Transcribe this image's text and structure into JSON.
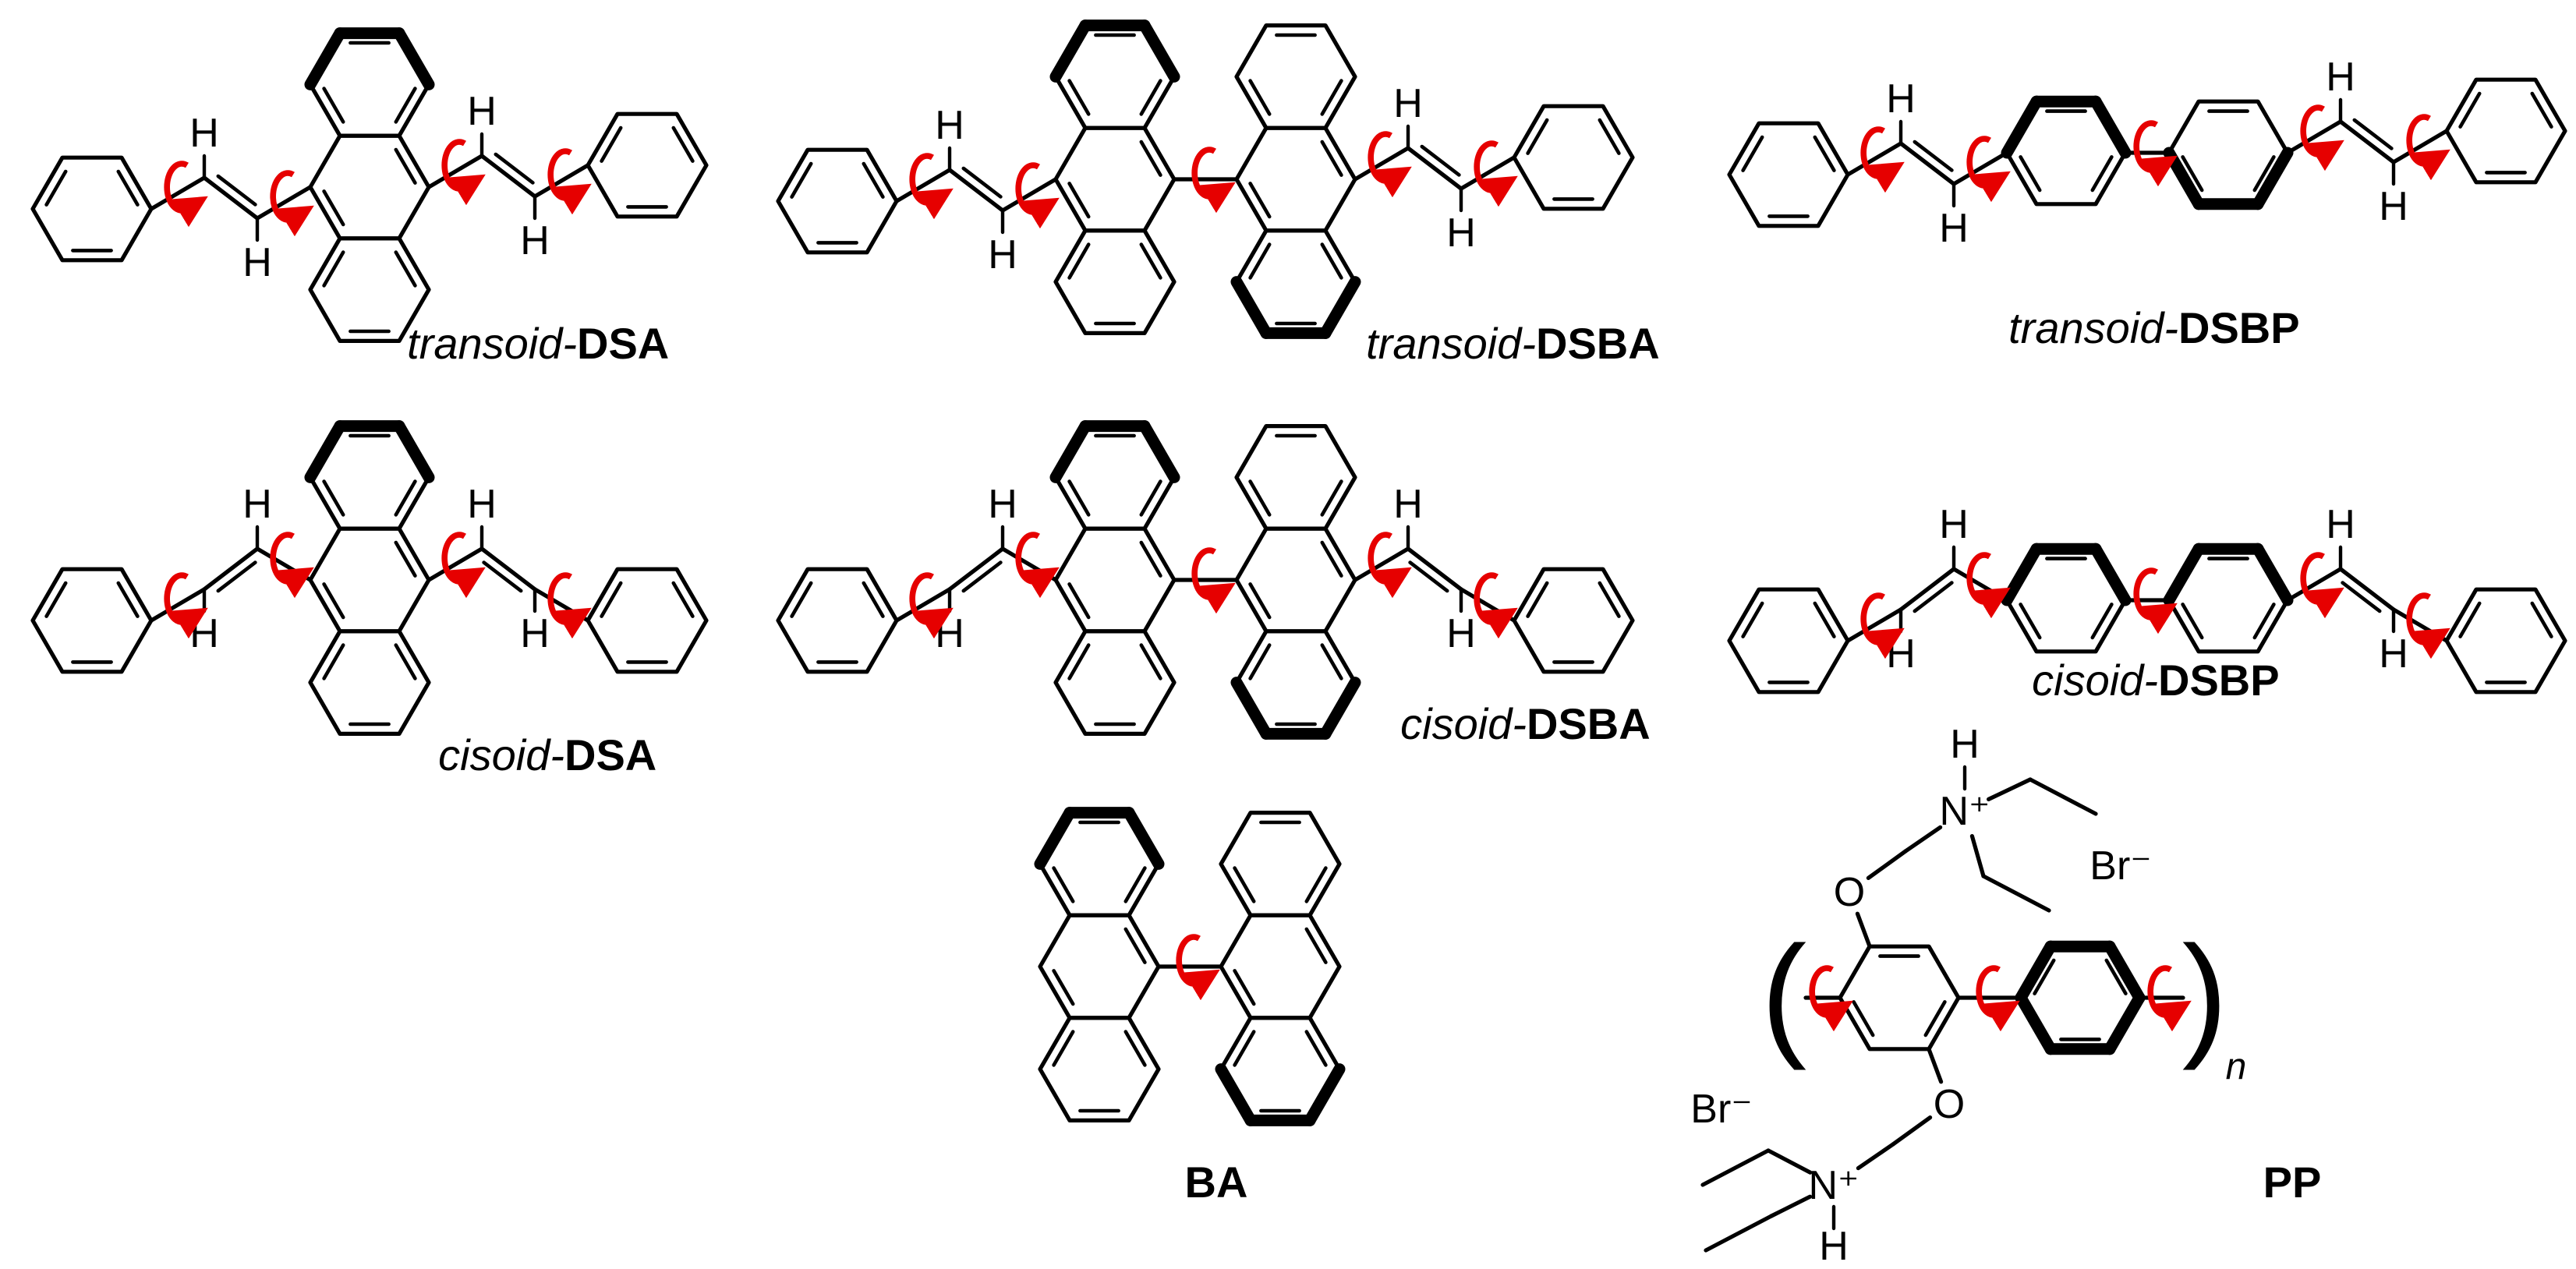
{
  "colors": {
    "background": "#ffffff",
    "bond": "#000000",
    "rotation_arrow": "#e60000"
  },
  "atoms": {
    "hydrogen": "H",
    "oxygen": "O",
    "ammonium_nitrogen": "N⁺",
    "bromide": "Br⁻"
  },
  "polymer": {
    "paren_open": "(",
    "paren_close": ")",
    "repeat_subscript": "n"
  },
  "compounds": {
    "transoid_dsa": {
      "prefix": "transoid-",
      "name": "DSA"
    },
    "transoid_dsba": {
      "prefix": "transoid-",
      "name": "DSBA"
    },
    "transoid_dsbp": {
      "prefix": "transoid-",
      "name": "DSBP"
    },
    "cisoid_dsa": {
      "prefix": "cisoid-",
      "name": "DSA"
    },
    "cisoid_dsba": {
      "prefix": "cisoid-",
      "name": "DSBA"
    },
    "cisoid_dsbp": {
      "prefix": "cisoid-",
      "name": "DSBP"
    },
    "ba": {
      "name": "BA"
    },
    "pp": {
      "name": "PP"
    }
  }
}
